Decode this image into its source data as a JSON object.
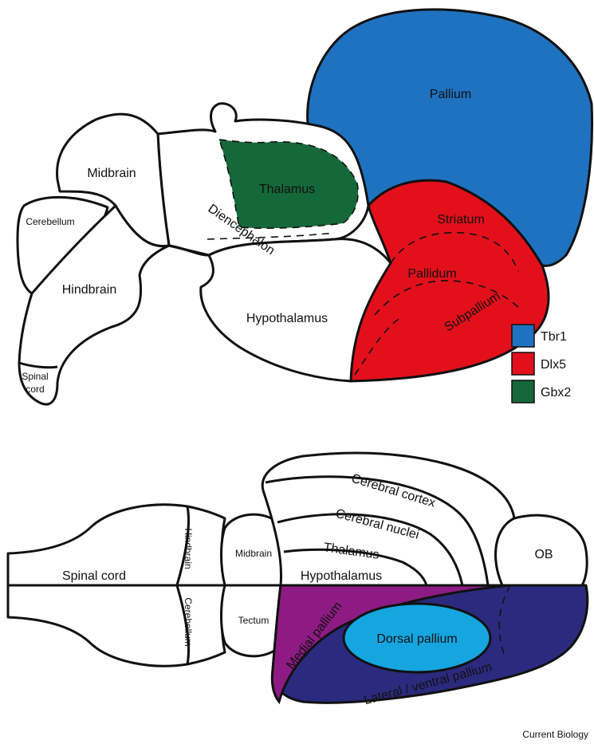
{
  "colors": {
    "tbr1": "#1f72bf",
    "dlx5": "#e3101b",
    "gbx2": "#15683a",
    "medial_pallium": "#8e1b84",
    "lateral_ventral_pallium": "#2b2a7e",
    "dorsal_pallium": "#15a6e0"
  },
  "sagittal": {
    "pallium": "Pallium",
    "thalamus": "Thalamus",
    "midbrain": "Midbrain",
    "cerebellum": "Cerebellum",
    "hindbrain": "Hindbrain",
    "spinal_cord_line1": "Spinal",
    "spinal_cord_line2": "cord",
    "diencephalon": "Diencephalon",
    "striatum": "Striatum",
    "pallidum": "Pallidum",
    "subpallium": "Subpallium",
    "hypothalamus": "Hypothalamus"
  },
  "legend": [
    {
      "label": "Tbr1",
      "color": "#1f72bf"
    },
    {
      "label": "Dlx5",
      "color": "#e3101b"
    },
    {
      "label": "Gbx2",
      "color": "#15683a"
    }
  ],
  "dorsal_view": {
    "spinal_cord": "Spinal cord",
    "hindbrain": "Hindbrain",
    "cerebellum": "Cerebellum",
    "midbrain": "Midbrain",
    "tectum": "Tectum",
    "cerebral_cortex": "Cerebral cortex",
    "cerebral_nuclei": "Cerebral nuclei",
    "thalamus": "Thalamus",
    "hypothalamus": "Hypothalamus",
    "ob": "OB",
    "medial_pallium": "Medial pallium",
    "dorsal_pallium": "Dorsal pallium",
    "lateral_ventral_pallium": "Lateral / ventral pallium"
  },
  "credit": "Current Biology"
}
